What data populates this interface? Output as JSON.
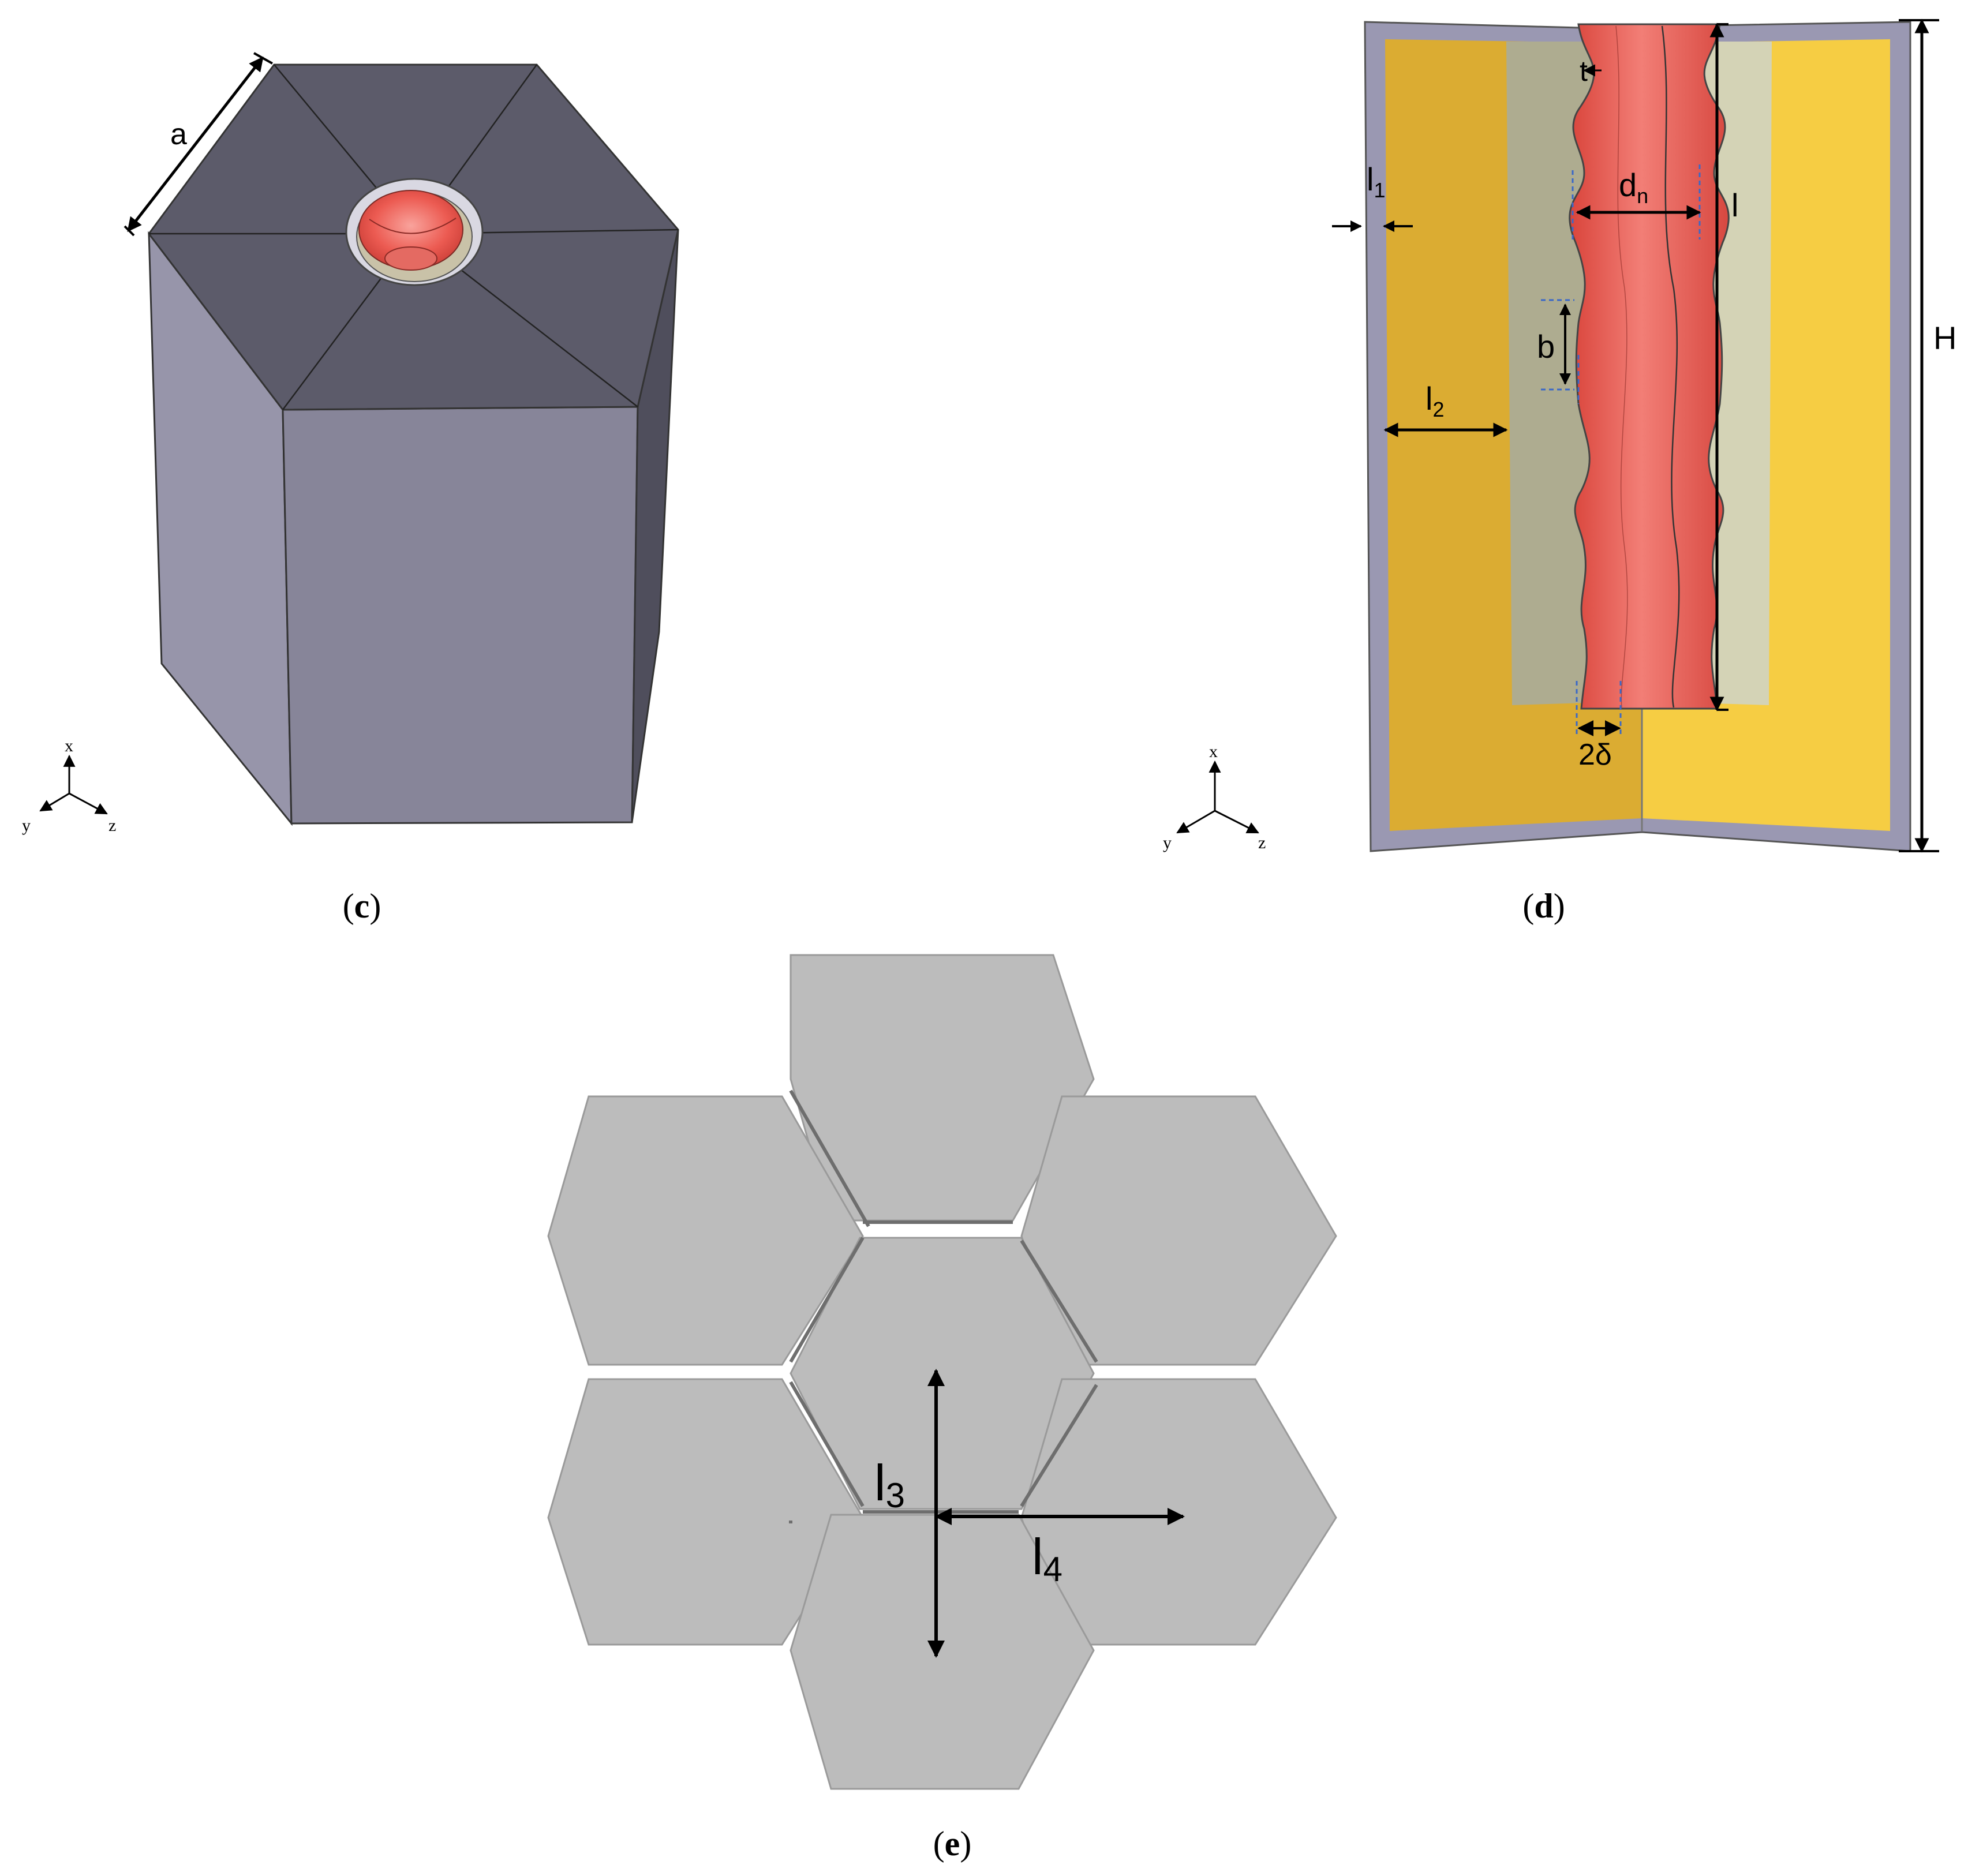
{
  "panel_c": {
    "caption_open": "(",
    "caption_letter": "c",
    "caption_close": ")",
    "dim_a": "a",
    "axes": {
      "x": "x",
      "y": "y",
      "z": "z"
    }
  },
  "panel_d": {
    "caption_open": "(",
    "caption_letter": "d",
    "caption_close": ")",
    "dim_l1": "l",
    "dim_l1_sub": "1",
    "dim_l2": "l",
    "dim_l2_sub": "2",
    "dim_t": "t",
    "dim_dn": "d",
    "dim_dn_sub": "n",
    "dim_l": "l",
    "dim_b": "b",
    "dim_2delta": "2δ",
    "dim_H": "H",
    "axes": {
      "x": "x",
      "y": "y",
      "z": "z"
    }
  },
  "panel_e": {
    "caption_open": "(",
    "caption_letter": "e",
    "caption_close": ")",
    "dim_l3": "l",
    "dim_l3_sub": "3",
    "dim_l4": "l",
    "dim_l4_sub": "4"
  },
  "colors": {
    "prism_top": "#5c5b6a",
    "prism_front": "#878599",
    "prism_left": "#9795aa",
    "prism_right": "#4f4e5c",
    "nozzle_red": "#ec5b52",
    "gold_left": "#dbac32",
    "gold_right": "#f6cd43",
    "beige_left": "#aeac90",
    "beige_right": "#d4d3b6",
    "shell": "#9a98b2",
    "hex_gray": "#bcbcbc"
  }
}
